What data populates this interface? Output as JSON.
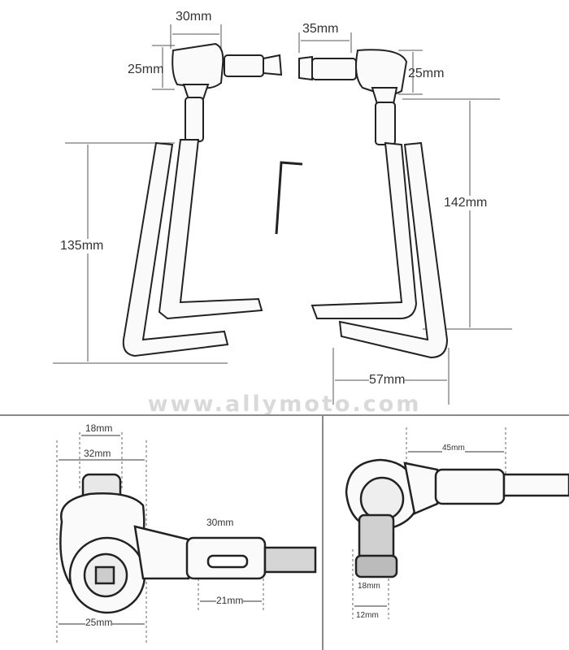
{
  "watermark": "www.allymoto.com",
  "top_panel": {
    "left_width_label": "30mm",
    "left_height_label": "25mm",
    "right_width_label": "35mm",
    "right_height_label": "25mm",
    "left_total_label": "135mm",
    "right_total_label": "142mm",
    "bottom_width_label": "57mm"
  },
  "bottom_left_panel": {
    "top_label_1": "18mm",
    "top_label_2": "32mm",
    "shaft_label": "30mm",
    "collar_label": "21mm",
    "bottom_label": "25mm"
  },
  "bottom_right_panel": {
    "arm_label": "45mm",
    "thread_label": "18mm",
    "bottom_label": "12mm"
  }
}
